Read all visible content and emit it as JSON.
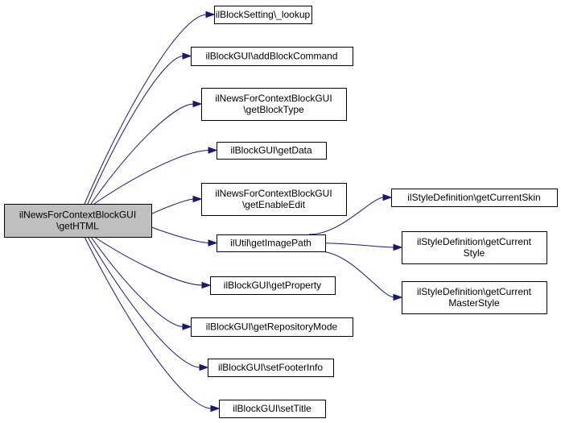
{
  "diagram": {
    "root": {
      "lines": [
        "ilNewsForContextBlockGUI",
        "\\getHTML"
      ],
      "fill": "#bfbfbf"
    },
    "callees": [
      {
        "id": "block-setting-lookup",
        "lines": [
          "ilBlockSetting\\_lookup"
        ]
      },
      {
        "id": "add-block-command",
        "lines": [
          "ilBlockGUI\\addBlockCommand"
        ]
      },
      {
        "id": "get-block-type",
        "lines": [
          "ilNewsForContextBlockGUI",
          "\\getBlockType"
        ]
      },
      {
        "id": "get-data",
        "lines": [
          "ilBlockGUI\\getData"
        ]
      },
      {
        "id": "get-enable-edit",
        "lines": [
          "ilNewsForContextBlockGUI",
          "\\getEnableEdit"
        ]
      },
      {
        "id": "get-image-path",
        "lines": [
          "ilUtil\\getImagePath"
        ]
      },
      {
        "id": "get-property",
        "lines": [
          "ilBlockGUI\\getProperty"
        ]
      },
      {
        "id": "get-repository-mode",
        "lines": [
          "ilBlockGUI\\getRepositoryMode"
        ]
      },
      {
        "id": "set-footer-info",
        "lines": [
          "ilBlockGUI\\setFooterInfo"
        ]
      },
      {
        "id": "set-title",
        "lines": [
          "ilBlockGUI\\setTitle"
        ]
      }
    ],
    "sub_callees": [
      {
        "id": "get-current-skin",
        "lines": [
          "ilStyleDefinition\\getCurrentSkin"
        ]
      },
      {
        "id": "get-current-style",
        "lines": [
          "ilStyleDefinition\\getCurrent",
          "Style"
        ]
      },
      {
        "id": "get-current-master-style",
        "lines": [
          "ilStyleDefinition\\getCurrent",
          "MasterStyle"
        ]
      }
    ],
    "edge_color": "#191970",
    "node_fill": "#ffffff"
  }
}
